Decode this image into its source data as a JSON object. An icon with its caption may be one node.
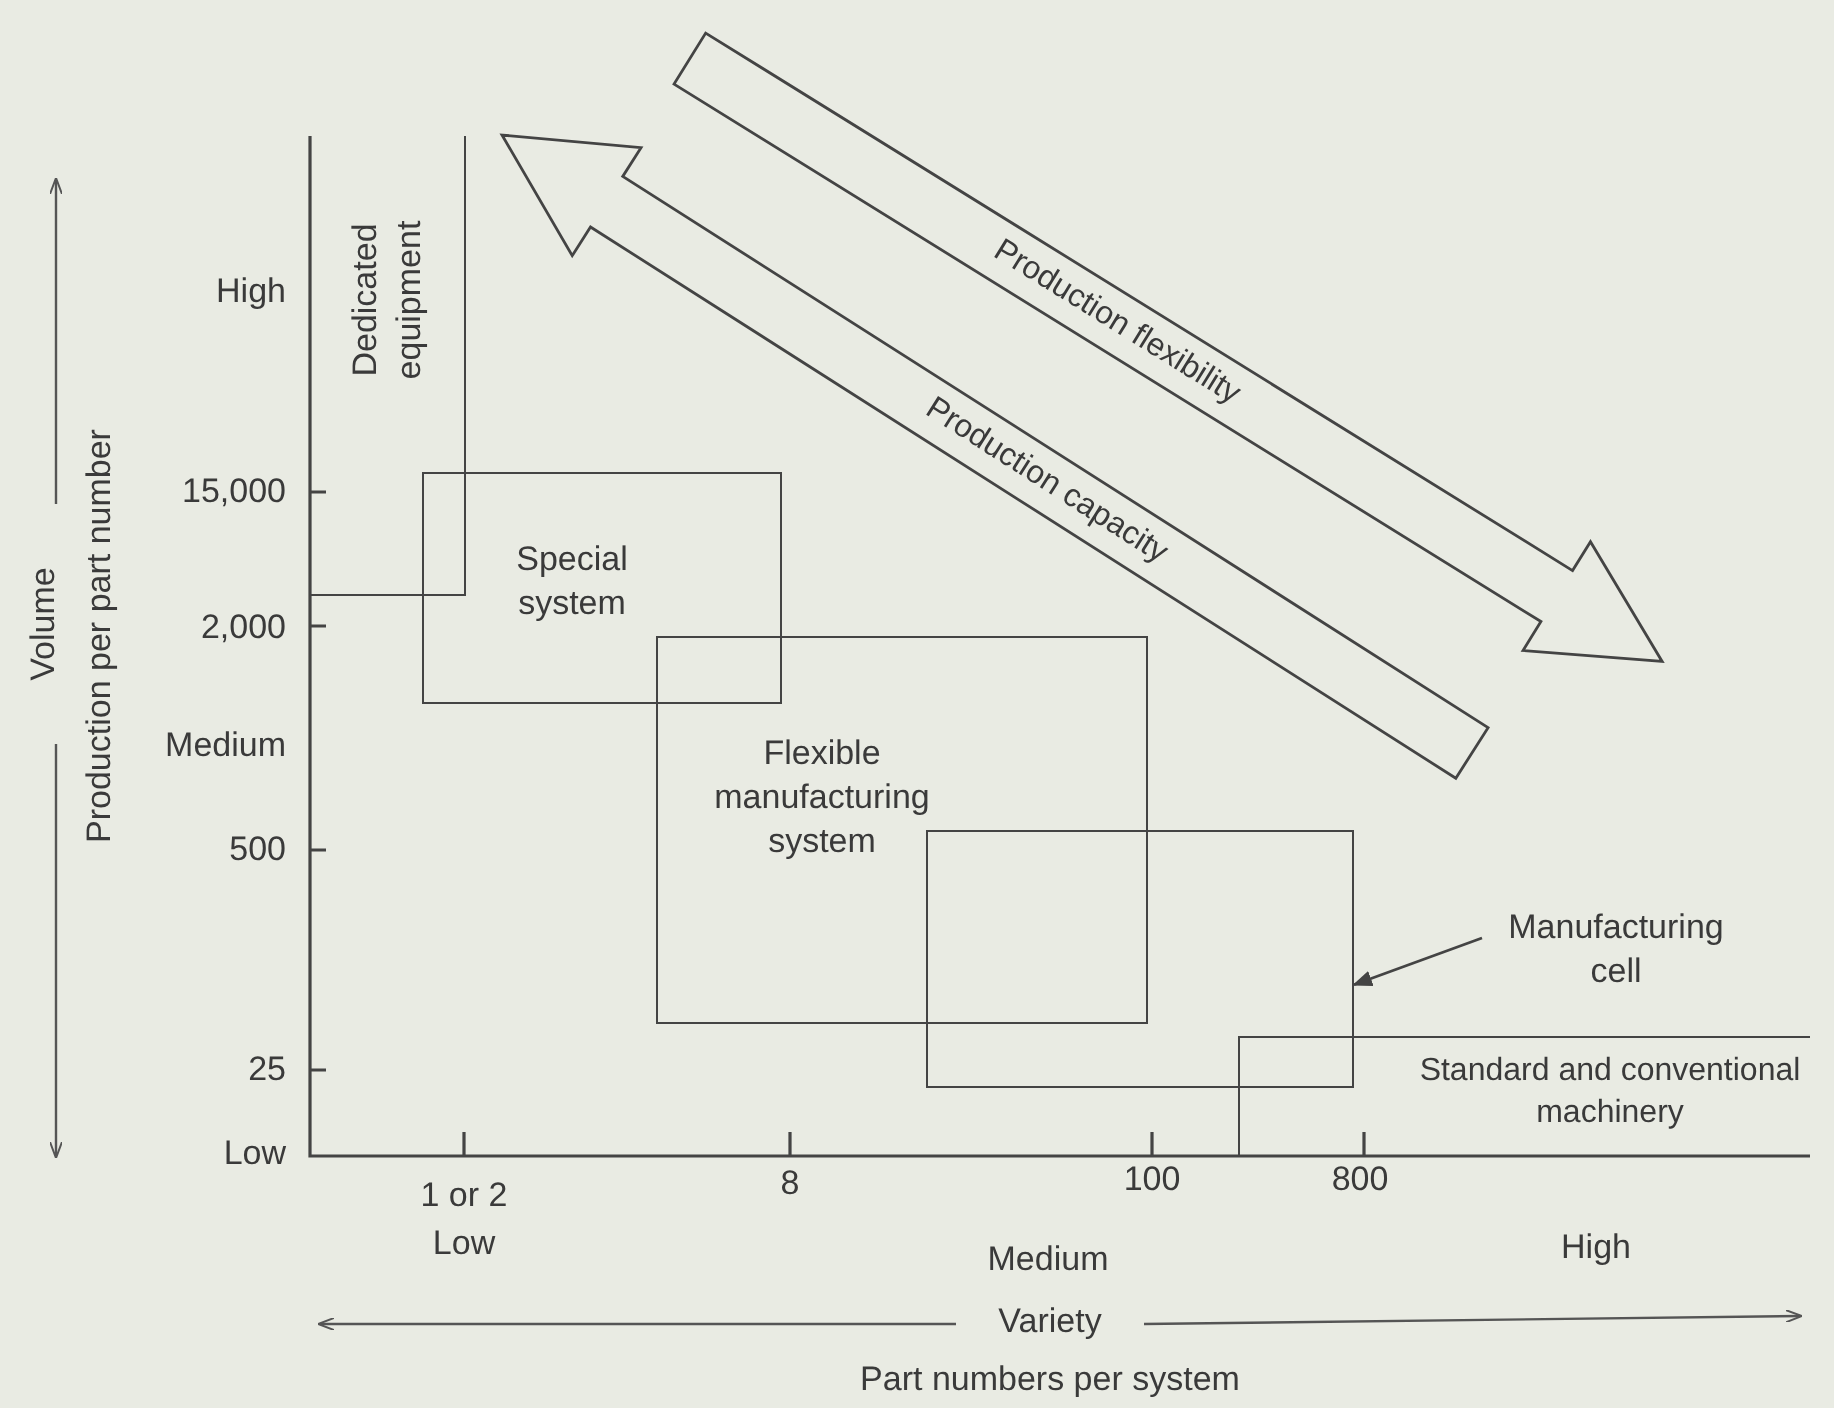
{
  "diagram": {
    "nodes": [
      {
        "text": [
          "Dedicated equipment"
        ]
      },
      {
        "text": [
          "Special system"
        ]
      },
      {
        "text": [
          "Flexible manufacturing system"
        ]
      },
      {
        "text": [
          "Manufacturing cell"
        ]
      },
      {
        "text": [],
        "shape": "box"
      },
      {
        "text": [
          "Standard and conventional machinery"
        ]
      },
      {
        "text": [
          "Production flexibility"
        ]
      },
      {
        "text": [
          "Production capacity"
        ]
      }
    ],
    "edges": [
      {
        "from": 3,
        "to": 4,
        "arrow": "to"
      }
    ],
    "labels": [
      "Volume",
      "Production per part number",
      "High",
      "15,000",
      "2,000",
      "Medium",
      "500",
      "25",
      "Low",
      "1 or 2",
      "Low",
      "8",
      "100",
      "800",
      "Medium",
      "High",
      "Variety",
      "Part numbers per system"
    ]
  }
}
